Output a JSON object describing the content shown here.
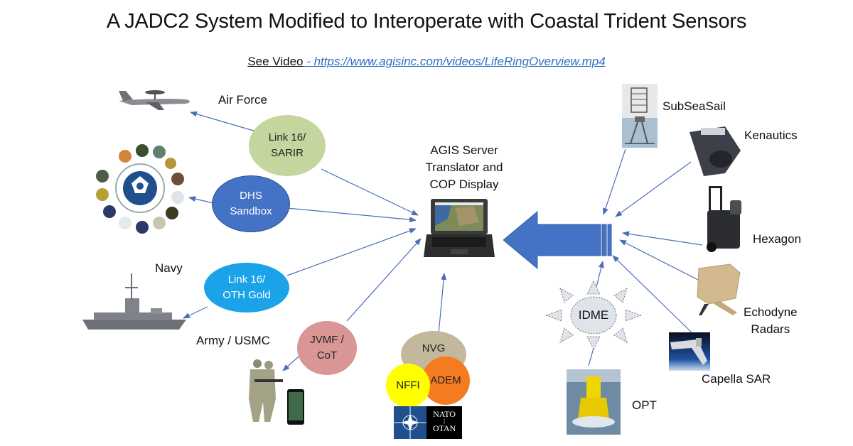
{
  "title": "A JADC2 System Modified to Interoperate with Coastal Trident Sensors",
  "video": {
    "label": "See Video",
    "separator": " - ",
    "url": "https://www.agisinc.com/videos/LifeRingOverview.mp4"
  },
  "center": {
    "lines": [
      "AGIS Server",
      "Translator and",
      "COP  Display"
    ]
  },
  "left_nodes": {
    "air_force": "Air Force",
    "navy": "Navy",
    "army": "Army / USMC"
  },
  "protocols": {
    "link16_sarir": [
      "Link 16/",
      "SARIR"
    ],
    "dhs_sandbox": [
      "DHS",
      "Sandbox"
    ],
    "link16_oth": [
      "Link 16/",
      "OTH Gold"
    ],
    "jvmf_cot": [
      "JVMF /",
      "CoT"
    ]
  },
  "nato": {
    "nvg": "NVG",
    "nffi": "NFFI",
    "adem": "ADEM",
    "logo_top": "NATO",
    "logo_bottom": "OTAN"
  },
  "sensors": {
    "subseasail": "SubSeaSail",
    "kenautics": "Kenautics",
    "hexagon": "Hexagon",
    "echodyne": [
      "Echodyne",
      "Radars"
    ],
    "capella": "Capella SAR",
    "opt": "OPT",
    "idme": "IDME"
  },
  "colors": {
    "link16_sarir": "#c5d59e",
    "dhs_sandbox": "#4472c4",
    "link16_oth": "#1aa3e8",
    "jvmf_cot": "#d99694",
    "nvg": "#c4b89c",
    "nffi": "#ffff00",
    "adem": "#f47b20",
    "arrow": "#4472c4",
    "connector": "#4a6fb5"
  }
}
